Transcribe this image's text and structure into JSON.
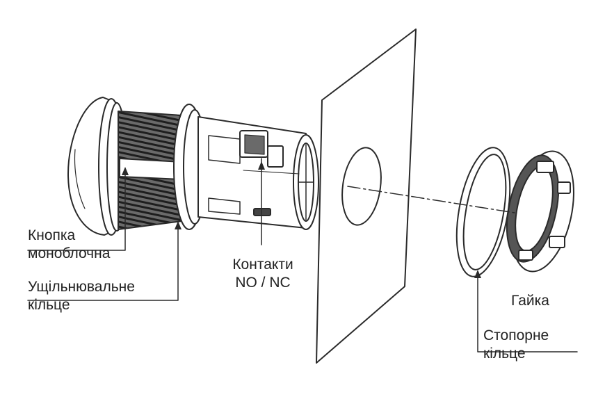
{
  "colors": {
    "line": "#2a2a2a",
    "fill": "#ffffff",
    "shade": "#555555",
    "thread": "#3a3a3a"
  },
  "labels": {
    "button": {
      "line1": "Кнопка",
      "line2": "моноблочна"
    },
    "seal": {
      "line1": "Ущільнювальне",
      "line2": "кільце"
    },
    "contacts": {
      "line1": "Контакти",
      "line2": "NO / NC"
    },
    "nut": {
      "line1": "Гайка"
    },
    "retaining": {
      "line1": "Стопорне",
      "line2": "кільце"
    }
  }
}
